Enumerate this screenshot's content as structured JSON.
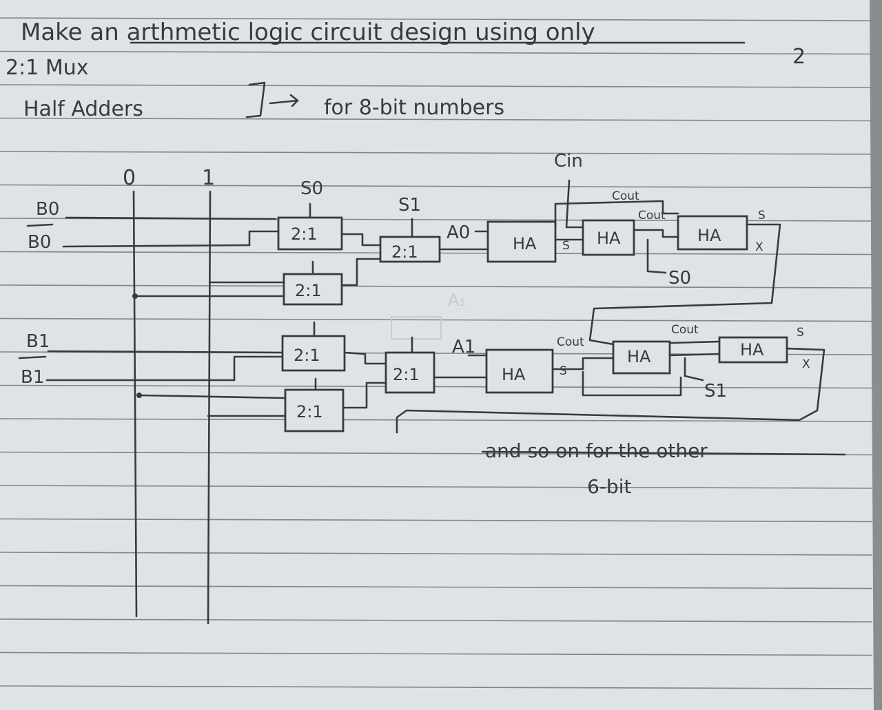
{
  "heading": {
    "line1": "Make an arthmetic logic circuit design using only",
    "line2_prefix": "2:1 Mux",
    "line2_suffix": "2",
    "line3_left": "Half Adders",
    "line3_right": "for 8-bit numbers"
  },
  "rails": {
    "zero": "0",
    "one": "1"
  },
  "signals": {
    "cin": "Cin",
    "s0": "S0",
    "s1": "S1"
  },
  "bit0": {
    "b": "B0",
    "b_bar": "B0",
    "a": "A0",
    "mux_labels": [
      "2:1",
      "2:1",
      "2:1"
    ],
    "ha_labels": [
      "HA",
      "HA",
      "HA"
    ],
    "cout_labels": [
      "Cout",
      "Cout"
    ],
    "s_label": "S",
    "s_out": "S",
    "x_out": "X",
    "sum_out": "S0"
  },
  "bit1": {
    "b": "B1",
    "b_bar": "B1",
    "a": "A1",
    "mux_labels": [
      "2:1",
      "2:1",
      "2:1"
    ],
    "ha_labels": [
      "HA",
      "HA",
      "HA"
    ],
    "cout_labels": [
      "Cout",
      "Cout"
    ],
    "s_label": "S",
    "s_out": "S",
    "x_out": "X",
    "sum_out": "S1"
  },
  "note": {
    "line1": "and so on for the other",
    "line2": "6-bit"
  },
  "colors": {
    "paper": "#dfe3e6",
    "ink": "#3a3a3a",
    "ruled_line": "#7c8591",
    "background": "#8a8d8f"
  }
}
